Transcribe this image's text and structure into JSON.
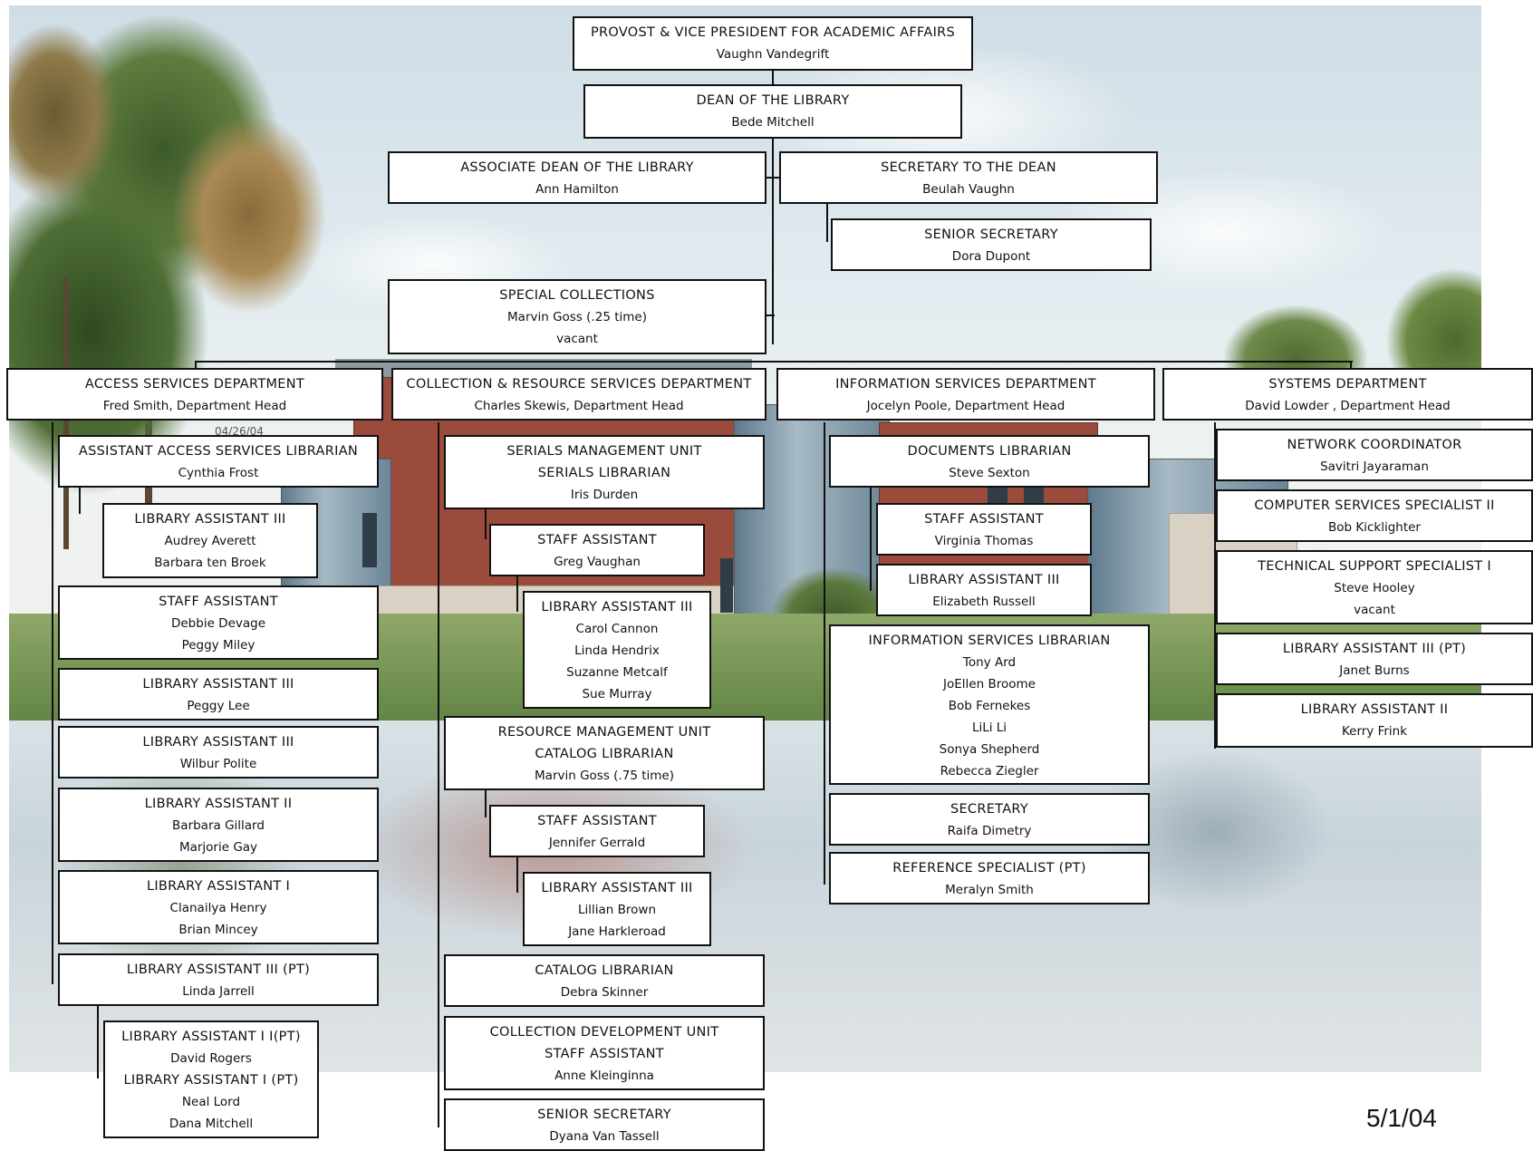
{
  "date": "5/1/04",
  "faint_date": "04/26/04",
  "top": [
    {
      "title": "PROVOST & VICE PRESIDENT FOR ACADEMIC AFFAIRS",
      "names": [
        "Vaughn Vandegrift"
      ]
    },
    {
      "title": "DEAN OF THE LIBRARY",
      "names": [
        "Bede Mitchell"
      ]
    },
    {
      "title": "ASSOCIATE DEAN OF THE LIBRARY",
      "names": [
        "Ann Hamilton"
      ]
    },
    {
      "title": "SECRETARY TO THE DEAN",
      "names": [
        "Beulah Vaughn"
      ]
    },
    {
      "title": "SENIOR SECRETARY",
      "names": [
        "Dora Dupont"
      ]
    },
    {
      "title": "SPECIAL COLLECTIONS",
      "names": [
        "Marvin Goss (.25 time)",
        "vacant"
      ]
    }
  ],
  "departments": [
    {
      "title": "ACCESS SERVICES DEPARTMENT",
      "names": [
        "Fred Smith, Department Head"
      ]
    },
    {
      "title": "COLLECTION & RESOURCE SERVICES DEPARTMENT",
      "names": [
        "Charles Skewis, Department Head"
      ]
    },
    {
      "title": "INFORMATION SERVICES DEPARTMENT",
      "names": [
        "Jocelyn Poole, Department Head"
      ]
    },
    {
      "title": "SYSTEMS DEPARTMENT",
      "names": [
        "David Lowder , Department Head"
      ]
    }
  ],
  "access": [
    {
      "title": "ASSISTANT ACCESS SERVICES LIBRARIAN",
      "names": [
        "Cynthia Frost"
      ]
    },
    {
      "title": "LIBRARY ASSISTANT III",
      "names": [
        "Audrey Averett",
        "Barbara ten Broek"
      ]
    },
    {
      "title": "STAFF ASSISTANT",
      "names": [
        "Debbie Devage",
        "Peggy Miley"
      ]
    },
    {
      "title": "LIBRARY ASSISTANT III",
      "names": [
        "Peggy Lee"
      ]
    },
    {
      "title": "LIBRARY ASSISTANT III",
      "names": [
        "Wilbur Polite"
      ]
    },
    {
      "title": "LIBRARY ASSISTANT II",
      "names": [
        "Barbara Gillard",
        "Marjorie Gay"
      ]
    },
    {
      "title": "LIBRARY ASSISTANT I",
      "names": [
        "Clanailya Henry",
        "Brian Mincey"
      ]
    },
    {
      "title": "LIBRARY ASSISTANT III (PT)",
      "names": [
        "Linda Jarrell"
      ]
    },
    {
      "title": "LIBRARY ASSISTANT I I(PT)",
      "names": [
        "David Rogers"
      ]
    },
    {
      "title": "LIBRARY ASSISTANT I (PT)",
      "names": [
        "Neal Lord",
        "Dana Mitchell"
      ]
    }
  ],
  "collection": [
    {
      "title": "SERIALS MANAGEMENT UNIT",
      "subtitle": "SERIALS LIBRARIAN",
      "names": [
        "Iris Durden"
      ]
    },
    {
      "title": "STAFF ASSISTANT",
      "names": [
        "Greg Vaughan"
      ]
    },
    {
      "title": "LIBRARY ASSISTANT III",
      "names": [
        "Carol Cannon",
        "Linda Hendrix",
        "Suzanne Metcalf",
        "Sue Murray"
      ]
    },
    {
      "title": "RESOURCE MANAGEMENT UNIT",
      "subtitle": "CATALOG LIBRARIAN",
      "names": [
        "Marvin Goss (.75 time)"
      ]
    },
    {
      "title": "STAFF ASSISTANT",
      "names": [
        "Jennifer Gerrald"
      ]
    },
    {
      "title": "LIBRARY ASSISTANT III",
      "names": [
        "Lillian Brown",
        "Jane Harkleroad"
      ]
    },
    {
      "title": "CATALOG LIBRARIAN",
      "names": [
        "Debra Skinner"
      ]
    },
    {
      "title": "COLLECTION DEVELOPMENT UNIT",
      "subtitle": "STAFF ASSISTANT",
      "names": [
        "Anne Kleinginna"
      ]
    },
    {
      "title": "SENIOR SECRETARY",
      "names": [
        "Dyana Van Tassell"
      ]
    }
  ],
  "info": [
    {
      "title": "DOCUMENTS LIBRARIAN",
      "names": [
        "Steve Sexton"
      ]
    },
    {
      "title": "STAFF ASSISTANT",
      "names": [
        "Virginia Thomas"
      ]
    },
    {
      "title": "LIBRARY ASSISTANT III",
      "names": [
        "Elizabeth Russell"
      ]
    },
    {
      "title": "INFORMATION SERVICES LIBRARIAN",
      "names": [
        "Tony Ard",
        "JoEllen Broome",
        "Bob Fernekes",
        "LiLi Li",
        "Sonya Shepherd",
        "Rebecca Ziegler"
      ]
    },
    {
      "title": "SECRETARY",
      "names": [
        "Raifa Dimetry"
      ]
    },
    {
      "title": "REFERENCE SPECIALIST (PT)",
      "names": [
        "Meralyn Smith"
      ]
    }
  ],
  "systems": [
    {
      "title": "NETWORK COORDINATOR",
      "names": [
        "Savitri Jayaraman"
      ]
    },
    {
      "title": "COMPUTER SERVICES SPECIALIST II",
      "names": [
        "Bob Kicklighter"
      ]
    },
    {
      "title": "TECHNICAL SUPPORT SPECIALIST I",
      "names": [
        "Steve Hooley",
        "vacant"
      ]
    },
    {
      "title": "LIBRARY ASSISTANT III (PT)",
      "names": [
        "Janet Burns"
      ]
    },
    {
      "title": "LIBRARY ASSISTANT II",
      "names": [
        "Kerry Frink"
      ]
    }
  ]
}
